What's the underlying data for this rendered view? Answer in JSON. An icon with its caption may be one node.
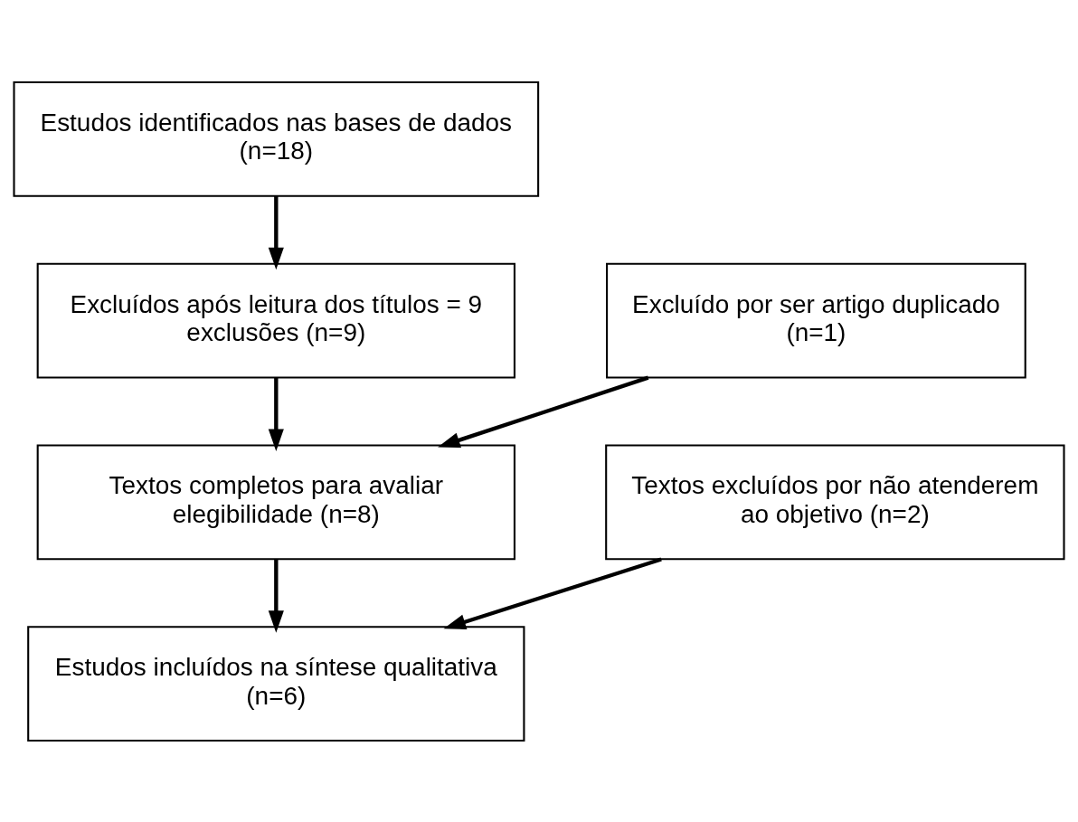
{
  "diagram": {
    "nodes": [
      {
        "text": [
          "Estudos identificados nas bases de dados (n=18)"
        ]
      },
      {
        "text": [
          "Excluídos após leitura dos títulos = 9 exclusões (n=9)"
        ]
      },
      {
        "text": [
          "Excluído por ser artigo duplicado (n=1)"
        ]
      },
      {
        "text": [
          "Textos completos para avaliar elegibilidade (n=8)"
        ]
      },
      {
        "text": [
          "Textos excluídos por não atenderem ao objetivo (n=2)"
        ]
      },
      {
        "text": [
          "Estudos incluídos na síntese qualitativa (n=6)"
        ]
      }
    ],
    "edges": [
      {
        "from": 0,
        "to": 1,
        "arrow": "to"
      },
      {
        "from": 1,
        "to": 3,
        "arrow": "to"
      },
      {
        "from": 2,
        "to": 3,
        "arrow": "to"
      },
      {
        "from": 3,
        "to": 5,
        "arrow": "to"
      },
      {
        "from": 4,
        "to": 5,
        "arrow": "to"
      }
    ]
  }
}
